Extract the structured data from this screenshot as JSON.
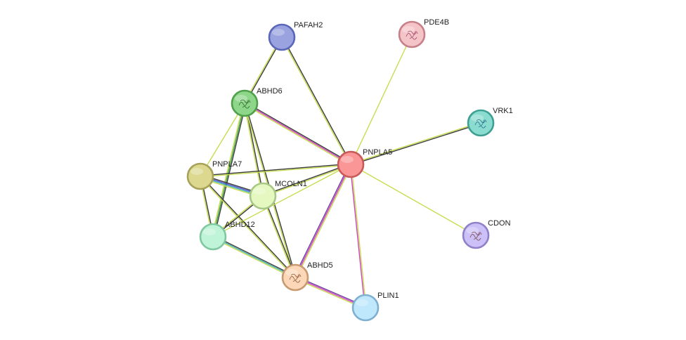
{
  "network": {
    "nodes": [
      {
        "id": "PAFAH2",
        "label": "PAFAH2",
        "fill": "#9aa3e0",
        "stroke": "#5a66b8",
        "glyph": false
      },
      {
        "id": "PDE4B",
        "label": "PDE4B",
        "fill": "#f5c4c8",
        "stroke": "#c88088",
        "glyph": true,
        "glyph_color": "#a04a6a"
      },
      {
        "id": "ABHD6",
        "label": "ABHD6",
        "fill": "#8ed68a",
        "stroke": "#4fa04a",
        "glyph": true,
        "glyph_color": "#2f6a2c"
      },
      {
        "id": "VRK1",
        "label": "VRK1",
        "fill": "#8adcd0",
        "stroke": "#3f9f93",
        "glyph": true,
        "glyph_color": "#2a6f8a"
      },
      {
        "id": "PNPLA5",
        "label": "PNPLA5",
        "fill": "#fb9696",
        "stroke": "#c85a5a",
        "glyph": false
      },
      {
        "id": "PNPLA7",
        "label": "PNPLA7",
        "fill": "#dcd890",
        "stroke": "#a6a25a",
        "glyph": false
      },
      {
        "id": "MCOLN1",
        "label": "MCOLN1",
        "fill": "#e4f8c0",
        "stroke": "#a8c888",
        "glyph": false
      },
      {
        "id": "ABHD12",
        "label": "ABHD12",
        "fill": "#c0f4d8",
        "stroke": "#80c8a0",
        "glyph": false
      },
      {
        "id": "CDON",
        "label": "CDON",
        "fill": "#ccc0f8",
        "stroke": "#9080c8",
        "glyph": true,
        "glyph_color": "#7a4a4a"
      },
      {
        "id": "ABHD5",
        "label": "ABHD5",
        "fill": "#fcd8b8",
        "stroke": "#c89a70",
        "glyph": true,
        "glyph_color": "#8a5a3a"
      },
      {
        "id": "PLIN1",
        "label": "PLIN1",
        "fill": "#c0e8fc",
        "stroke": "#80b0d0",
        "glyph": false
      }
    ],
    "edge_colors": {
      "black": "#3a3a3a",
      "yellow": "#c8dc50",
      "magenta": "#d040c0",
      "green": "#40a040",
      "blue": "#5050d0",
      "teal": "#40b0b0",
      "purple": "#7040a0"
    },
    "edges": [
      {
        "source": "PAFAH2",
        "target": "ABHD6",
        "types": [
          "black",
          "yellow"
        ]
      },
      {
        "source": "PAFAH2",
        "target": "PNPLA5",
        "types": [
          "black",
          "yellow"
        ]
      },
      {
        "source": "PDE4B",
        "target": "PNPLA5",
        "types": [
          "yellow"
        ]
      },
      {
        "source": "VRK1",
        "target": "PNPLA5",
        "types": [
          "black",
          "yellow"
        ]
      },
      {
        "source": "CDON",
        "target": "PNPLA5",
        "types": [
          "yellow"
        ]
      },
      {
        "source": "ABHD6",
        "target": "PNPLA5",
        "types": [
          "black",
          "magenta",
          "yellow"
        ]
      },
      {
        "source": "ABHD6",
        "target": "PNPLA7",
        "types": [
          "yellow"
        ]
      },
      {
        "source": "ABHD6",
        "target": "MCOLN1",
        "types": [
          "black",
          "yellow"
        ]
      },
      {
        "source": "ABHD6",
        "target": "ABHD12",
        "types": [
          "black",
          "green",
          "yellow"
        ]
      },
      {
        "source": "ABHD6",
        "target": "ABHD5",
        "types": [
          "black",
          "yellow"
        ]
      },
      {
        "source": "PNPLA7",
        "target": "PNPLA5",
        "types": [
          "black",
          "yellow"
        ]
      },
      {
        "source": "PNPLA7",
        "target": "MCOLN1",
        "types": [
          "black",
          "blue",
          "teal",
          "yellow"
        ]
      },
      {
        "source": "PNPLA7",
        "target": "ABHD12",
        "types": [
          "black",
          "yellow"
        ]
      },
      {
        "source": "PNPLA7",
        "target": "ABHD5",
        "types": [
          "black",
          "yellow"
        ]
      },
      {
        "source": "MCOLN1",
        "target": "PNPLA5",
        "types": [
          "black",
          "yellow"
        ]
      },
      {
        "source": "MCOLN1",
        "target": "ABHD12",
        "types": [
          "black",
          "yellow"
        ]
      },
      {
        "source": "MCOLN1",
        "target": "ABHD5",
        "types": [
          "black",
          "yellow"
        ]
      },
      {
        "source": "ABHD12",
        "target": "PNPLA5",
        "types": [
          "yellow"
        ]
      },
      {
        "source": "ABHD12",
        "target": "ABHD5",
        "types": [
          "black",
          "teal",
          "yellow"
        ]
      },
      {
        "source": "ABHD5",
        "target": "PNPLA5",
        "types": [
          "purple",
          "magenta",
          "yellow"
        ]
      },
      {
        "source": "ABHD5",
        "target": "PLIN1",
        "types": [
          "purple",
          "magenta",
          "yellow"
        ]
      },
      {
        "source": "PLIN1",
        "target": "PNPLA5",
        "types": [
          "magenta",
          "yellow"
        ]
      }
    ]
  }
}
